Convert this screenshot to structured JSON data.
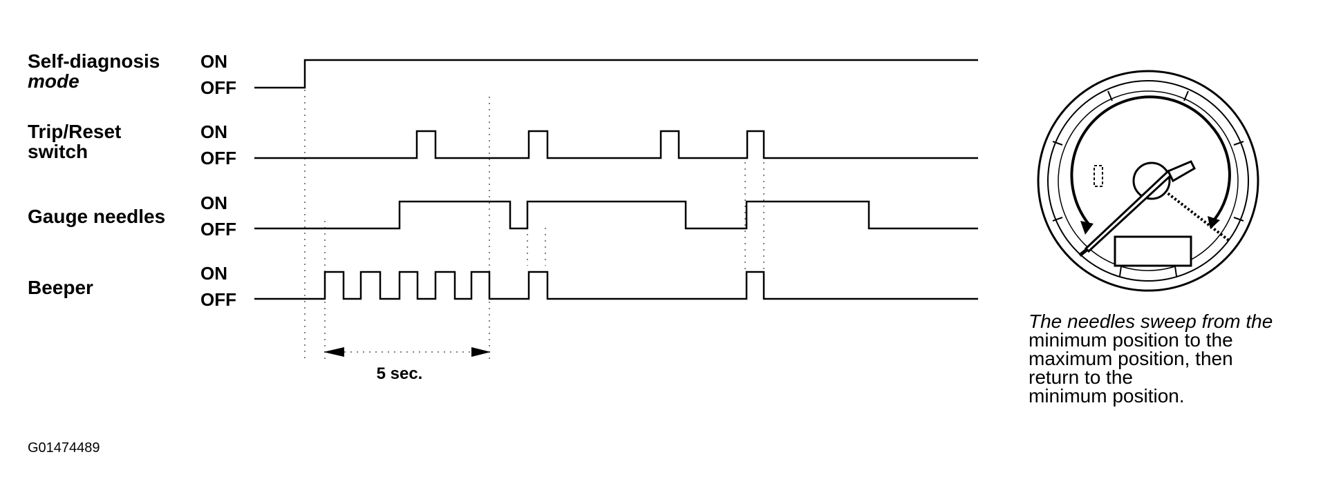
{
  "signals": [
    {
      "label_lines": [
        "Self-diagnosis",
        "mode"
      ],
      "on": "ON",
      "off": "OFF"
    },
    {
      "label_lines": [
        "Trip/Reset",
        "switch"
      ],
      "on": "ON",
      "off": "OFF"
    },
    {
      "label_lines": [
        "Gauge needles"
      ],
      "on": "ON",
      "off": "OFF"
    },
    {
      "label_lines": [
        "Beeper"
      ],
      "on": "ON",
      "off": "OFF"
    }
  ],
  "duration_label": "5 sec.",
  "figure_code": "G01474489",
  "caption_lines": [
    "The needles sweep from the",
    "minimum position to the",
    "maximum position, then",
    "return to the",
    "minimum position."
  ],
  "icons": [
    "gauge-dial-icon",
    "needle-sweep-arrows-icon"
  ]
}
